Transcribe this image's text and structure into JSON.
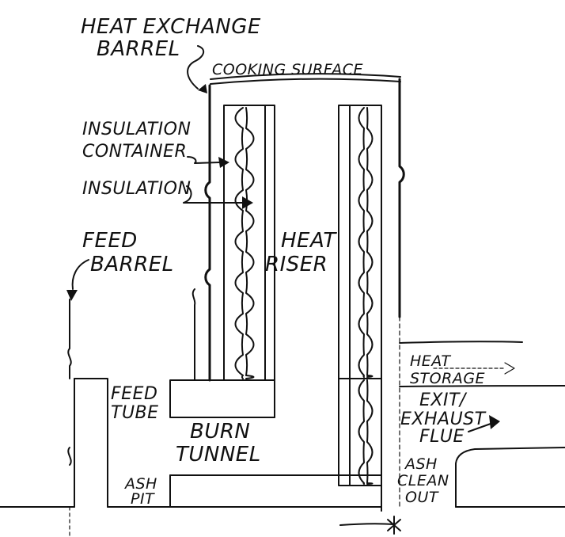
{
  "labels": {
    "heat_exchange_1": "HEAT EXCHANGE",
    "heat_exchange_2": "BARREL",
    "cooking_surface": "COOKING SURFACE",
    "insulation_container_1": "INSULATION",
    "insulation_container_2": "CONTAINER",
    "insulation": "INSULATION",
    "feed_barrel_1": "FEED",
    "feed_barrel_2": "BARREL",
    "heat_riser_1": "HEAT",
    "heat_riser_2": "RISER",
    "heat_storage_1": "HEAT",
    "heat_storage_2": "STORAGE",
    "exit_flue_1": "EXIT/",
    "exit_flue_2": "EXHAUST",
    "exit_flue_3": "FLUE",
    "feed_tube_1": "FEED",
    "feed_tube_2": "TUBE",
    "burn_tunnel_1": "BURN",
    "burn_tunnel_2": "TUNNEL",
    "ash_pit_1": "ASH",
    "ash_pit_2": "PIT",
    "ash_cleanout_1": "ASH",
    "ash_cleanout_2": "CLEAN",
    "ash_cleanout_3": "OUT"
  },
  "colors": {
    "ink": "#111111",
    "paper": "#ffffff"
  }
}
